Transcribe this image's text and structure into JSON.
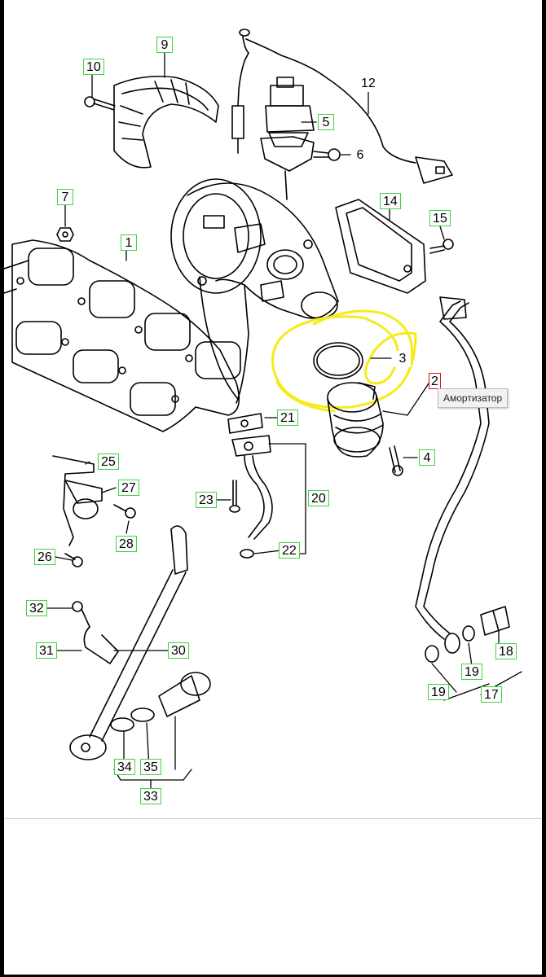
{
  "callouts": [
    "9",
    "10",
    "12",
    "5",
    "6",
    "7",
    "14",
    "15",
    "1",
    "3",
    "2",
    "4",
    "21",
    "25",
    "27",
    "20",
    "23",
    "22",
    "28",
    "26",
    "32",
    "30",
    "31",
    "18",
    "19",
    "17",
    "34",
    "35",
    "33"
  ],
  "callout_19_second": "19",
  "tooltip": "Амортизатор",
  "colors": {
    "callout_border": "#3fd43f",
    "selected_border": "#e0101e",
    "highlight": "#f4ec1a",
    "line": "#000000"
  },
  "icons": [
    "turbocharger",
    "exhaust-manifold",
    "oil-supply-pipe",
    "oil-return-pipe",
    "heat-shield",
    "vacuum-actuator",
    "sensor-cable"
  ]
}
